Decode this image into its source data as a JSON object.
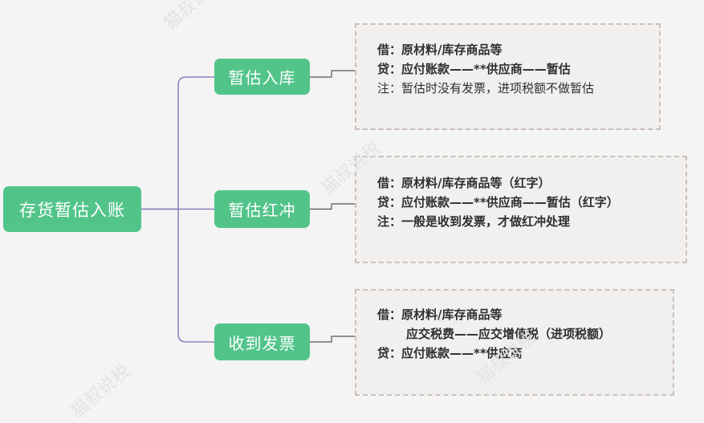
{
  "root": {
    "label": "存货暂估入账"
  },
  "branches": [
    {
      "label": "暂估入库",
      "note": [
        {
          "text": "借：原材料/库存商品等",
          "bold": true,
          "indent": false
        },
        {
          "text": "贷：应付账款——**供应商——暂估",
          "bold": true,
          "indent": false
        },
        {
          "text": "注：暂估时没有发票，进项税额不做暂估",
          "bold": false,
          "indent": false
        }
      ]
    },
    {
      "label": "暂估红冲",
      "note": [
        {
          "text": "借：原材料/库存商品等（红字）",
          "bold": true,
          "indent": false
        },
        {
          "text": "贷：应付账款——**供应商——暂估（红字）",
          "bold": true,
          "indent": false
        },
        {
          "text": "注：一般是收到发票，才做红冲处理",
          "bold": true,
          "indent": false
        }
      ]
    },
    {
      "label": "收到发票",
      "note": [
        {
          "text": "借：原材料/库存商品等",
          "bold": true,
          "indent": false
        },
        {
          "text": "应交税费——应交增值税（进项税额）",
          "bold": true,
          "indent": true
        },
        {
          "text": "贷：应付账款——**供应商",
          "bold": true,
          "indent": false
        }
      ]
    }
  ],
  "watermark": {
    "text": "猫叔说税"
  },
  "colors": {
    "node_fill": "#52c48a",
    "connector_root": "#7a6fb0",
    "connector_note": "#555555",
    "note_border": "#cdbfb6"
  }
}
